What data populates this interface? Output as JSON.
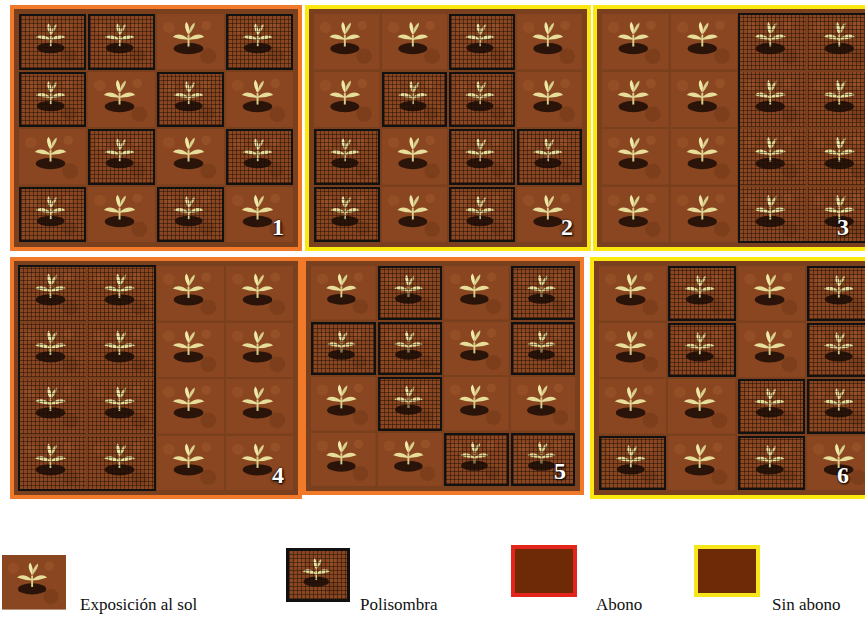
{
  "diagram": {
    "nodes": [
      {
        "text": [
          "1"
        ]
      },
      {
        "text": [
          "2"
        ]
      },
      {
        "text": [
          "3"
        ]
      },
      {
        "text": [
          "4"
        ]
      },
      {
        "text": [
          "5"
        ]
      },
      {
        "text": [
          "6"
        ]
      }
    ],
    "legend": [
      {
        "text": "Exposición al sol"
      },
      {
        "text": "Polisombra"
      },
      {
        "text": "Abono",
        "color": "#e3251c"
      },
      {
        "text": "Sin abono",
        "color": "#f7e619"
      }
    ]
  }
}
